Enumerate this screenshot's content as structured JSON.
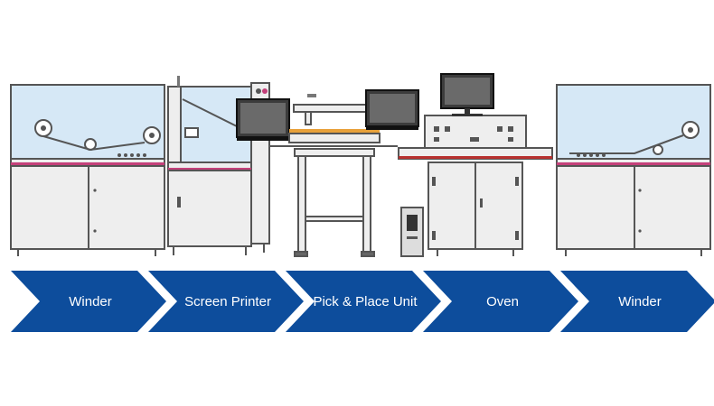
{
  "process_steps": [
    {
      "label": "Winder"
    },
    {
      "label": "Screen Printer"
    },
    {
      "label": "Pick & Place Unit"
    },
    {
      "label": "Oven"
    },
    {
      "label": "Winder"
    }
  ],
  "colors": {
    "chevron_fill": "#0d4d9c",
    "machine_body": "#eeeeee",
    "machine_outline": "#555555",
    "window_glass": "#d6e8f6",
    "magenta_stripe": "#c4407a",
    "red_stripe": "#b8312f",
    "orange_rail": "#e8a13a",
    "monitor_screen": "#3c3c3c"
  },
  "icons": [
    "winder-machine-icon",
    "screen-printer-machine-icon",
    "pick-and-place-machine-icon",
    "reflow-oven-machine-icon",
    "computer-tower-icon",
    "monitor-icon"
  ]
}
